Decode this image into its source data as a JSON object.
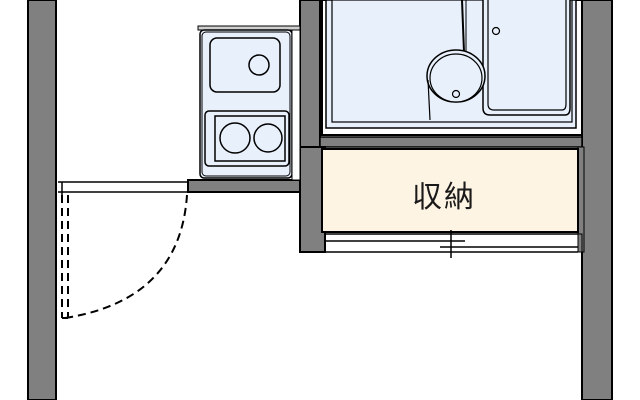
{
  "plan": {
    "type": "apartment floor plan (partial)",
    "rooms": [
      {
        "id": "storage",
        "label": "収納",
        "fill": "#fdf4e3"
      },
      {
        "id": "bath",
        "label": "",
        "fill": "#e8f0fb"
      },
      {
        "id": "kitchen",
        "label": "",
        "fill": "#e8f0fb"
      }
    ],
    "fixtures": [
      "sink",
      "two-burner-stove",
      "toilet",
      "bathtub",
      "swing-door",
      "sliding-door"
    ]
  },
  "colors": {
    "wall": "#808080",
    "outline": "#000000",
    "wet_area": "#e8f0fb",
    "storage": "#fdf4e3",
    "background": "#ffffff"
  }
}
